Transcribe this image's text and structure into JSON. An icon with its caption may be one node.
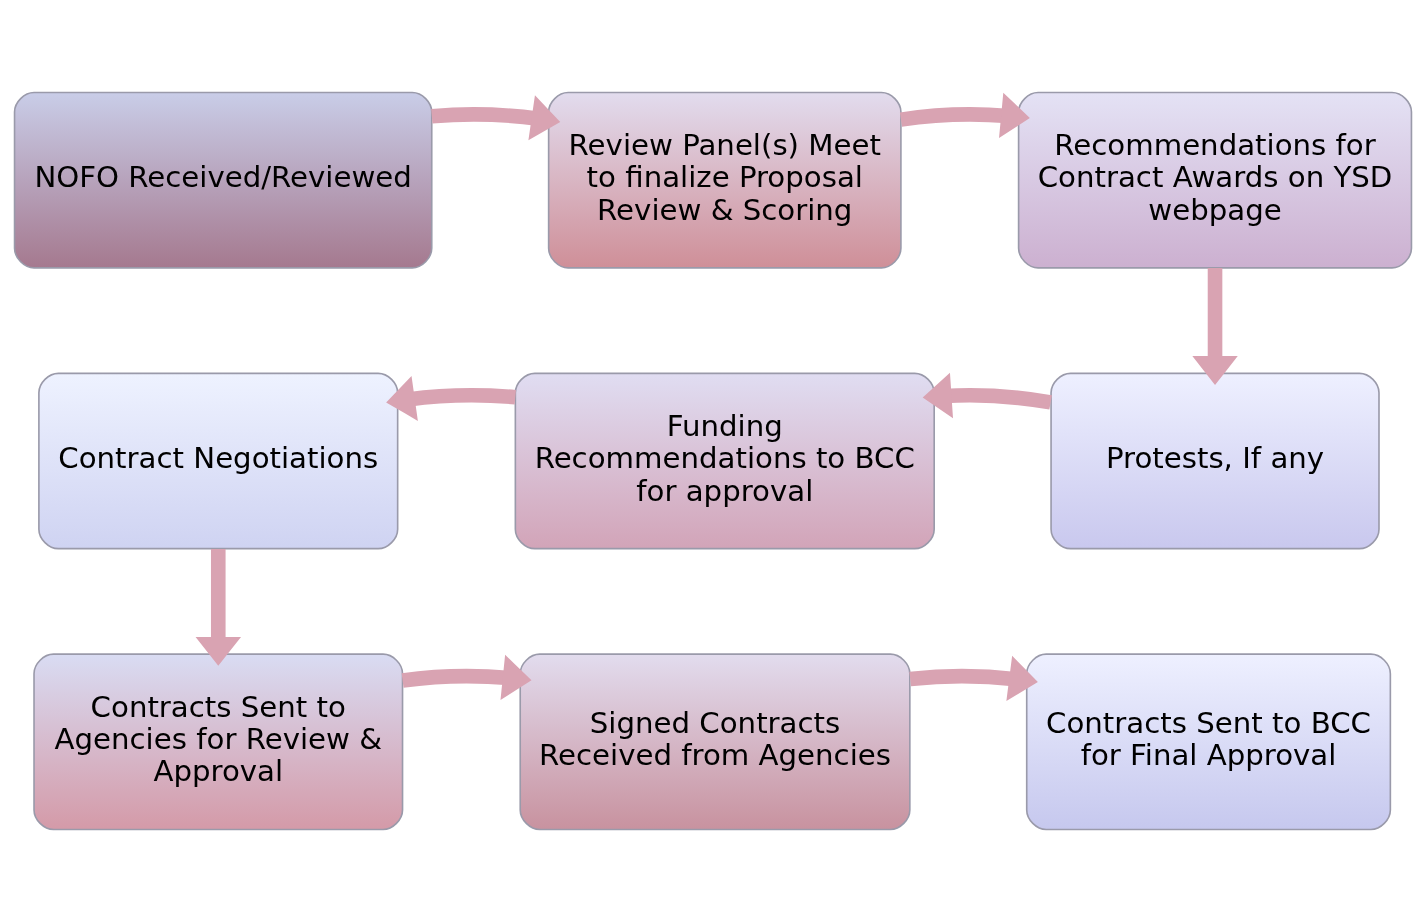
{
  "diagram": {
    "nodes": [
      {
        "text": [
          "NOFO Received/Reviewed"
        ]
      },
      {
        "text": [
          "Review Panel(s) Meet to finalize Proposal Review & Scoring"
        ]
      },
      {
        "text": [
          "Recommendations for Contract Awards on YSD webpage"
        ]
      },
      {
        "text": [
          "Protests, If any"
        ]
      },
      {
        "text": [
          "Funding Recommendations to BCC for approval"
        ]
      },
      {
        "text": [
          "Contract Negotiations"
        ]
      },
      {
        "text": [
          "Contracts Sent to Agencies for Review & Approval"
        ]
      },
      {
        "text": [
          "Signed Contracts Received from Agencies"
        ]
      },
      {
        "text": [
          "Contracts Sent to BCC for Final Approval"
        ]
      }
    ],
    "edges": [
      {
        "from": 0,
        "to": 1,
        "arrow": "to"
      },
      {
        "from": 1,
        "to": 2,
        "arrow": "to"
      },
      {
        "from": 2,
        "to": 3,
        "arrow": "to"
      },
      {
        "from": 3,
        "to": 4,
        "arrow": "to"
      },
      {
        "from": 4,
        "to": 5,
        "arrow": "to"
      },
      {
        "from": 5,
        "to": 6,
        "arrow": "to"
      },
      {
        "from": 6,
        "to": 7,
        "arrow": "to"
      },
      {
        "from": 7,
        "to": 8,
        "arrow": "to"
      }
    ]
  }
}
